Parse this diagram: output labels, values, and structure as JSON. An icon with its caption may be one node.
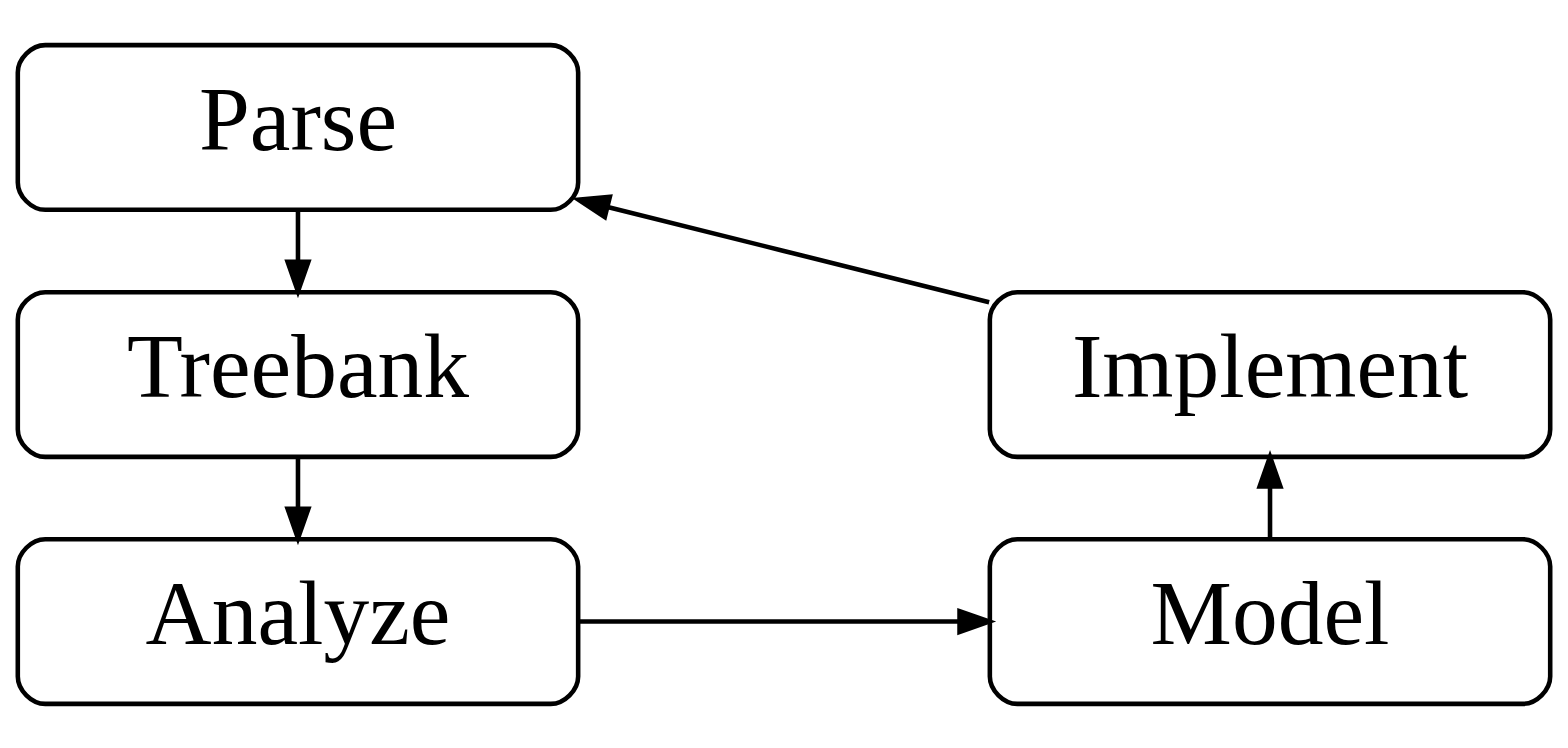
{
  "diagram": {
    "nodes": [
      {
        "text": [
          "Parse"
        ]
      },
      {
        "text": [
          "Implement"
        ]
      },
      {
        "text": [
          "Treebank"
        ]
      },
      {
        "text": [
          "Model"
        ]
      },
      {
        "text": [
          "Analyze"
        ]
      }
    ],
    "edges": [
      {
        "from": 0,
        "to": 2,
        "arrow": "to"
      },
      {
        "from": 2,
        "to": 4,
        "arrow": "to"
      },
      {
        "from": 4,
        "to": 3,
        "arrow": "to"
      },
      {
        "from": 3,
        "to": 1,
        "arrow": "to"
      },
      {
        "from": 1,
        "to": 0,
        "arrow": "to"
      }
    ]
  }
}
